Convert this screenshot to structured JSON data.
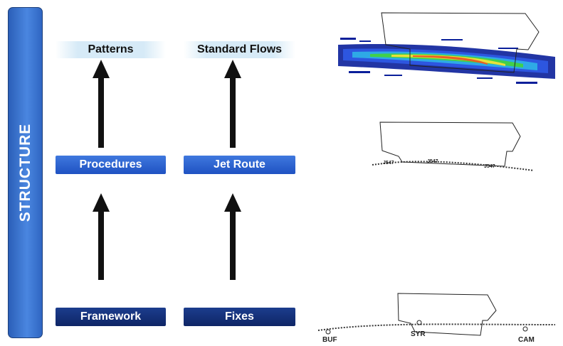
{
  "side_label": "STRUCTURE",
  "columns": [
    {
      "top": "Patterns",
      "middle": "Procedures",
      "bottom": "Framework"
    },
    {
      "top": "Standard Flows",
      "middle": "Jet Route",
      "bottom": "Fixes"
    }
  ],
  "jet_route_labels": [
    "J547",
    "J547",
    "J547"
  ],
  "fix_labels": [
    "BUF",
    "SYR",
    "CAM"
  ],
  "colors": {
    "mid_box": "#2a5fd0",
    "bottom_box": "#14307a",
    "side_bar": "#3a72d0"
  }
}
